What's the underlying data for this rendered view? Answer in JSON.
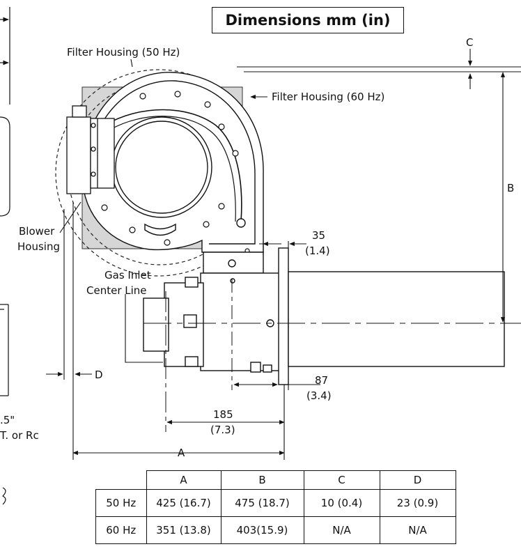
{
  "title": "Dimensions mm (in)",
  "labels": {
    "filter_50": "Filter Housing (50 Hz)",
    "filter_60": "Filter Housing (60 Hz)",
    "blower_1": "Blower",
    "blower_2": "Housing",
    "gas_1": "Gas Inlet",
    "gas_2": "Center Line",
    "dim_a": "A",
    "dim_b": "B",
    "dim_c": "C",
    "dim_d": "D",
    "d35_mm": "35",
    "d35_in": "(1.4)",
    "d87_mm": "87",
    "d87_in": "(3.4)",
    "d185_mm": "185",
    "d185_in": "(7.3)",
    "cut_1": ".5\"",
    "cut_2": "T. or Rc"
  },
  "table": {
    "columns": [
      "A",
      "B",
      "C",
      "D"
    ],
    "rows": [
      {
        "label": "50 Hz",
        "cells": [
          "425 (16.7)",
          "475 (18.7)",
          "10 (0.4)",
          "23 (0.9)"
        ]
      },
      {
        "label": "60 Hz",
        "cells": [
          "351 (13.8)",
          "403(15.9)",
          "N/A",
          "N/A"
        ]
      }
    ]
  }
}
